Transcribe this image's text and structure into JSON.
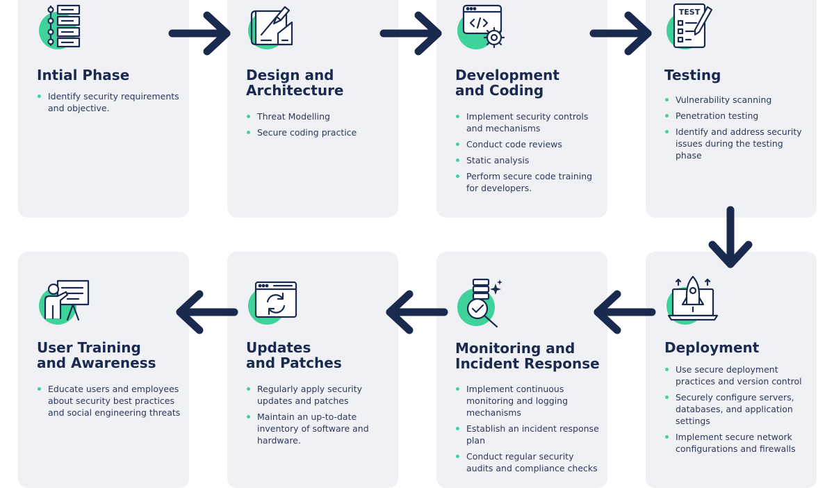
{
  "colors": {
    "accent": "#3fd39b",
    "navy": "#1a2a4f",
    "card": "#f0f1f4"
  },
  "steps": [
    {
      "icon": "checklist-icon",
      "title": "Intial Phase",
      "bullets": [
        "Identify security requirements and objective."
      ]
    },
    {
      "icon": "design-drafting-icon",
      "title": "Design and\nArchitecture",
      "bullets": [
        "Threat Modelling",
        "Secure coding practice"
      ]
    },
    {
      "icon": "code-window-gear-icon",
      "title": "Development\nand Coding",
      "bullets": [
        "Implement security controls and mechanisms",
        "Conduct code reviews",
        "Static analysis",
        "Perform secure code training for developers."
      ]
    },
    {
      "icon": "test-clipboard-icon",
      "title": "Testing",
      "bullets": [
        "Vulnerability scanning",
        "Penetration testing",
        "Identify and address security issues during the testing phase"
      ]
    },
    {
      "icon": "rocket-laptop-icon",
      "title": "Deployment",
      "bullets": [
        "Use secure deployment practices and version control",
        "Securely configure servers, databases, and application settings",
        "Implement secure network configurations and firewalls"
      ]
    },
    {
      "icon": "server-magnifier-icon",
      "title": "Monitoring and\nIncident Response",
      "bullets": [
        "Implement continuous monitoring and logging mechanisms",
        "Establish an incident response plan",
        "Conduct regular security audits and compliance checks"
      ]
    },
    {
      "icon": "browser-refresh-icon",
      "title": "Updates\nand Patches",
      "bullets": [
        "Regularly apply security updates and patches",
        "Maintain an up-to-date inventory of software and hardware."
      ]
    },
    {
      "icon": "trainer-board-icon",
      "title": "User Training\nand Awareness",
      "bullets": [
        "Educate users and employees about security best practices and social engineering threats"
      ]
    }
  ],
  "test_icon_label": "TEST"
}
